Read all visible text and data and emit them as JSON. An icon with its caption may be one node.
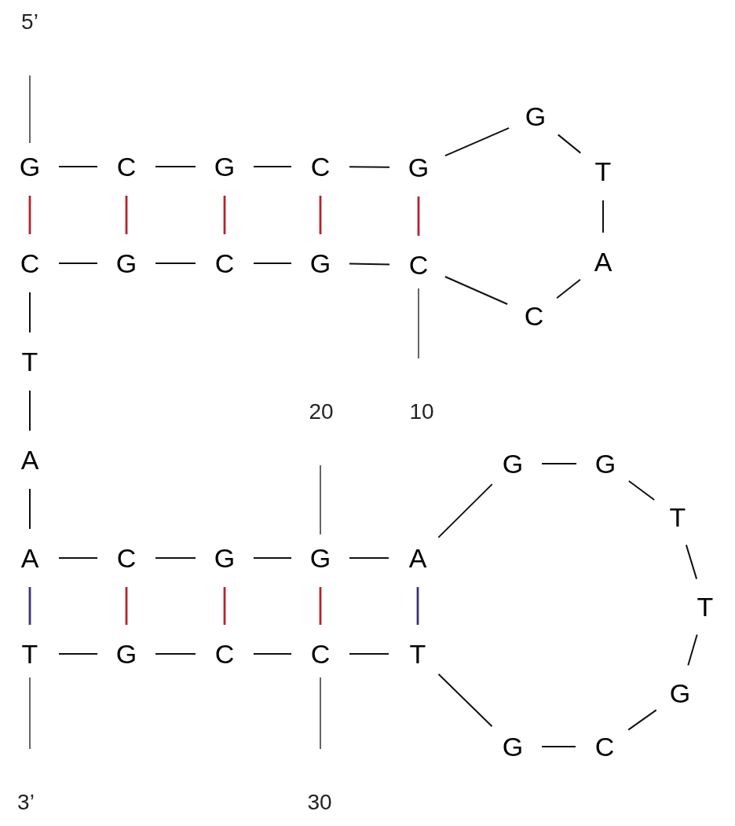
{
  "diagram": {
    "nodes": [
      {
        "text": [
          "5’"
        ]
      },
      {
        "text": [
          "G"
        ]
      },
      {
        "text": [
          "C"
        ]
      },
      {
        "text": [
          "G"
        ]
      },
      {
        "text": [
          "C"
        ]
      },
      {
        "text": [
          "G"
        ]
      },
      {
        "text": [
          "G"
        ]
      },
      {
        "text": [
          "T"
        ]
      },
      {
        "text": [
          "C"
        ]
      },
      {
        "text": [
          "G"
        ]
      },
      {
        "text": [
          "C"
        ]
      },
      {
        "text": [
          "G"
        ]
      },
      {
        "text": [
          "C"
        ]
      },
      {
        "text": [
          "A"
        ]
      },
      {
        "text": [
          "C"
        ]
      },
      {
        "text": [
          "T"
        ]
      },
      {
        "text": [
          "20"
        ]
      },
      {
        "text": [
          "10"
        ]
      },
      {
        "text": [
          "A"
        ]
      },
      {
        "text": [
          "G"
        ]
      },
      {
        "text": [
          "G"
        ]
      },
      {
        "text": [
          "T"
        ]
      },
      {
        "text": [
          "A"
        ]
      },
      {
        "text": [
          "C"
        ]
      },
      {
        "text": [
          "G"
        ]
      },
      {
        "text": [
          "G"
        ]
      },
      {
        "text": [
          "A"
        ]
      },
      {
        "text": [
          "T"
        ]
      },
      {
        "text": [
          "T"
        ]
      },
      {
        "text": [
          "G"
        ]
      },
      {
        "text": [
          "C"
        ]
      },
      {
        "text": [
          "C"
        ]
      },
      {
        "text": [
          "T"
        ]
      },
      {
        "text": [
          "G"
        ]
      },
      {
        "text": [
          "G"
        ]
      },
      {
        "text": [
          "C"
        ]
      },
      {
        "text": [
          "3’"
        ]
      },
      {
        "text": [
          "30"
        ]
      }
    ],
    "edges": [
      {
        "from": 0,
        "to": 1,
        "arrow": "none"
      },
      {
        "from": 1,
        "to": 2,
        "arrow": "none"
      },
      {
        "from": 2,
        "to": 3,
        "arrow": "none"
      },
      {
        "from": 3,
        "to": 4,
        "arrow": "none"
      },
      {
        "from": 4,
        "to": 5,
        "arrow": "none"
      },
      {
        "from": 5,
        "to": 6,
        "arrow": "none"
      },
      {
        "from": 6,
        "to": 7,
        "arrow": "none"
      },
      {
        "from": 7,
        "to": 13,
        "arrow": "none"
      },
      {
        "from": 13,
        "to": 14,
        "arrow": "none"
      },
      {
        "from": 14,
        "to": 12,
        "arrow": "none"
      },
      {
        "from": 12,
        "to": 11,
        "arrow": "none"
      },
      {
        "from": 11,
        "to": 10,
        "arrow": "none"
      },
      {
        "from": 10,
        "to": 9,
        "arrow": "none"
      },
      {
        "from": 9,
        "to": 8,
        "arrow": "none"
      },
      {
        "from": 8,
        "to": 15,
        "arrow": "none"
      },
      {
        "from": 15,
        "to": 18,
        "arrow": "none"
      },
      {
        "from": 18,
        "to": 22,
        "arrow": "none"
      },
      {
        "from": 22,
        "to": 23,
        "arrow": "none"
      },
      {
        "from": 23,
        "to": 24,
        "arrow": "none"
      },
      {
        "from": 24,
        "to": 25,
        "arrow": "none"
      },
      {
        "from": 25,
        "to": 26,
        "arrow": "none"
      },
      {
        "from": 26,
        "to": 19,
        "arrow": "none"
      },
      {
        "from": 19,
        "to": 20,
        "arrow": "none"
      },
      {
        "from": 20,
        "to": 21,
        "arrow": "none"
      },
      {
        "from": 21,
        "to": 27,
        "arrow": "none"
      },
      {
        "from": 27,
        "to": 33,
        "arrow": "none"
      },
      {
        "from": 33,
        "to": 35,
        "arrow": "none"
      },
      {
        "from": 35,
        "to": 34,
        "arrow": "none"
      },
      {
        "from": 34,
        "to": 32,
        "arrow": "none"
      },
      {
        "from": 32,
        "to": 31,
        "arrow": "none"
      },
      {
        "from": 31,
        "to": 30,
        "arrow": "none"
      },
      {
        "from": 30,
        "to": 29,
        "arrow": "none"
      },
      {
        "from": 29,
        "to": 28,
        "arrow": "none"
      },
      {
        "from": 36,
        "to": 28,
        "arrow": "none"
      },
      {
        "from": 17,
        "to": 12,
        "arrow": "none"
      },
      {
        "from": 16,
        "to": 25,
        "arrow": "none"
      },
      {
        "from": 37,
        "to": 31,
        "arrow": "none"
      },
      {
        "from": 1,
        "to": 8,
        "arrow": "none",
        "color": "#b3232b"
      },
      {
        "from": 2,
        "to": 9,
        "arrow": "none",
        "color": "#b3232b"
      },
      {
        "from": 3,
        "to": 10,
        "arrow": "none",
        "color": "#b3232b"
      },
      {
        "from": 4,
        "to": 11,
        "arrow": "none",
        "color": "#b3232b"
      },
      {
        "from": 5,
        "to": 12,
        "arrow": "none",
        "color": "#b3232b"
      },
      {
        "from": 22,
        "to": 28,
        "arrow": "none",
        "color": "#3a3475"
      },
      {
        "from": 23,
        "to": 29,
        "arrow": "none",
        "color": "#b3232b"
      },
      {
        "from": 24,
        "to": 30,
        "arrow": "none",
        "color": "#b3232b"
      },
      {
        "from": 25,
        "to": 31,
        "arrow": "none",
        "color": "#b3232b"
      },
      {
        "from": 26,
        "to": 32,
        "arrow": "none",
        "color": "#3a3475"
      }
    ]
  }
}
